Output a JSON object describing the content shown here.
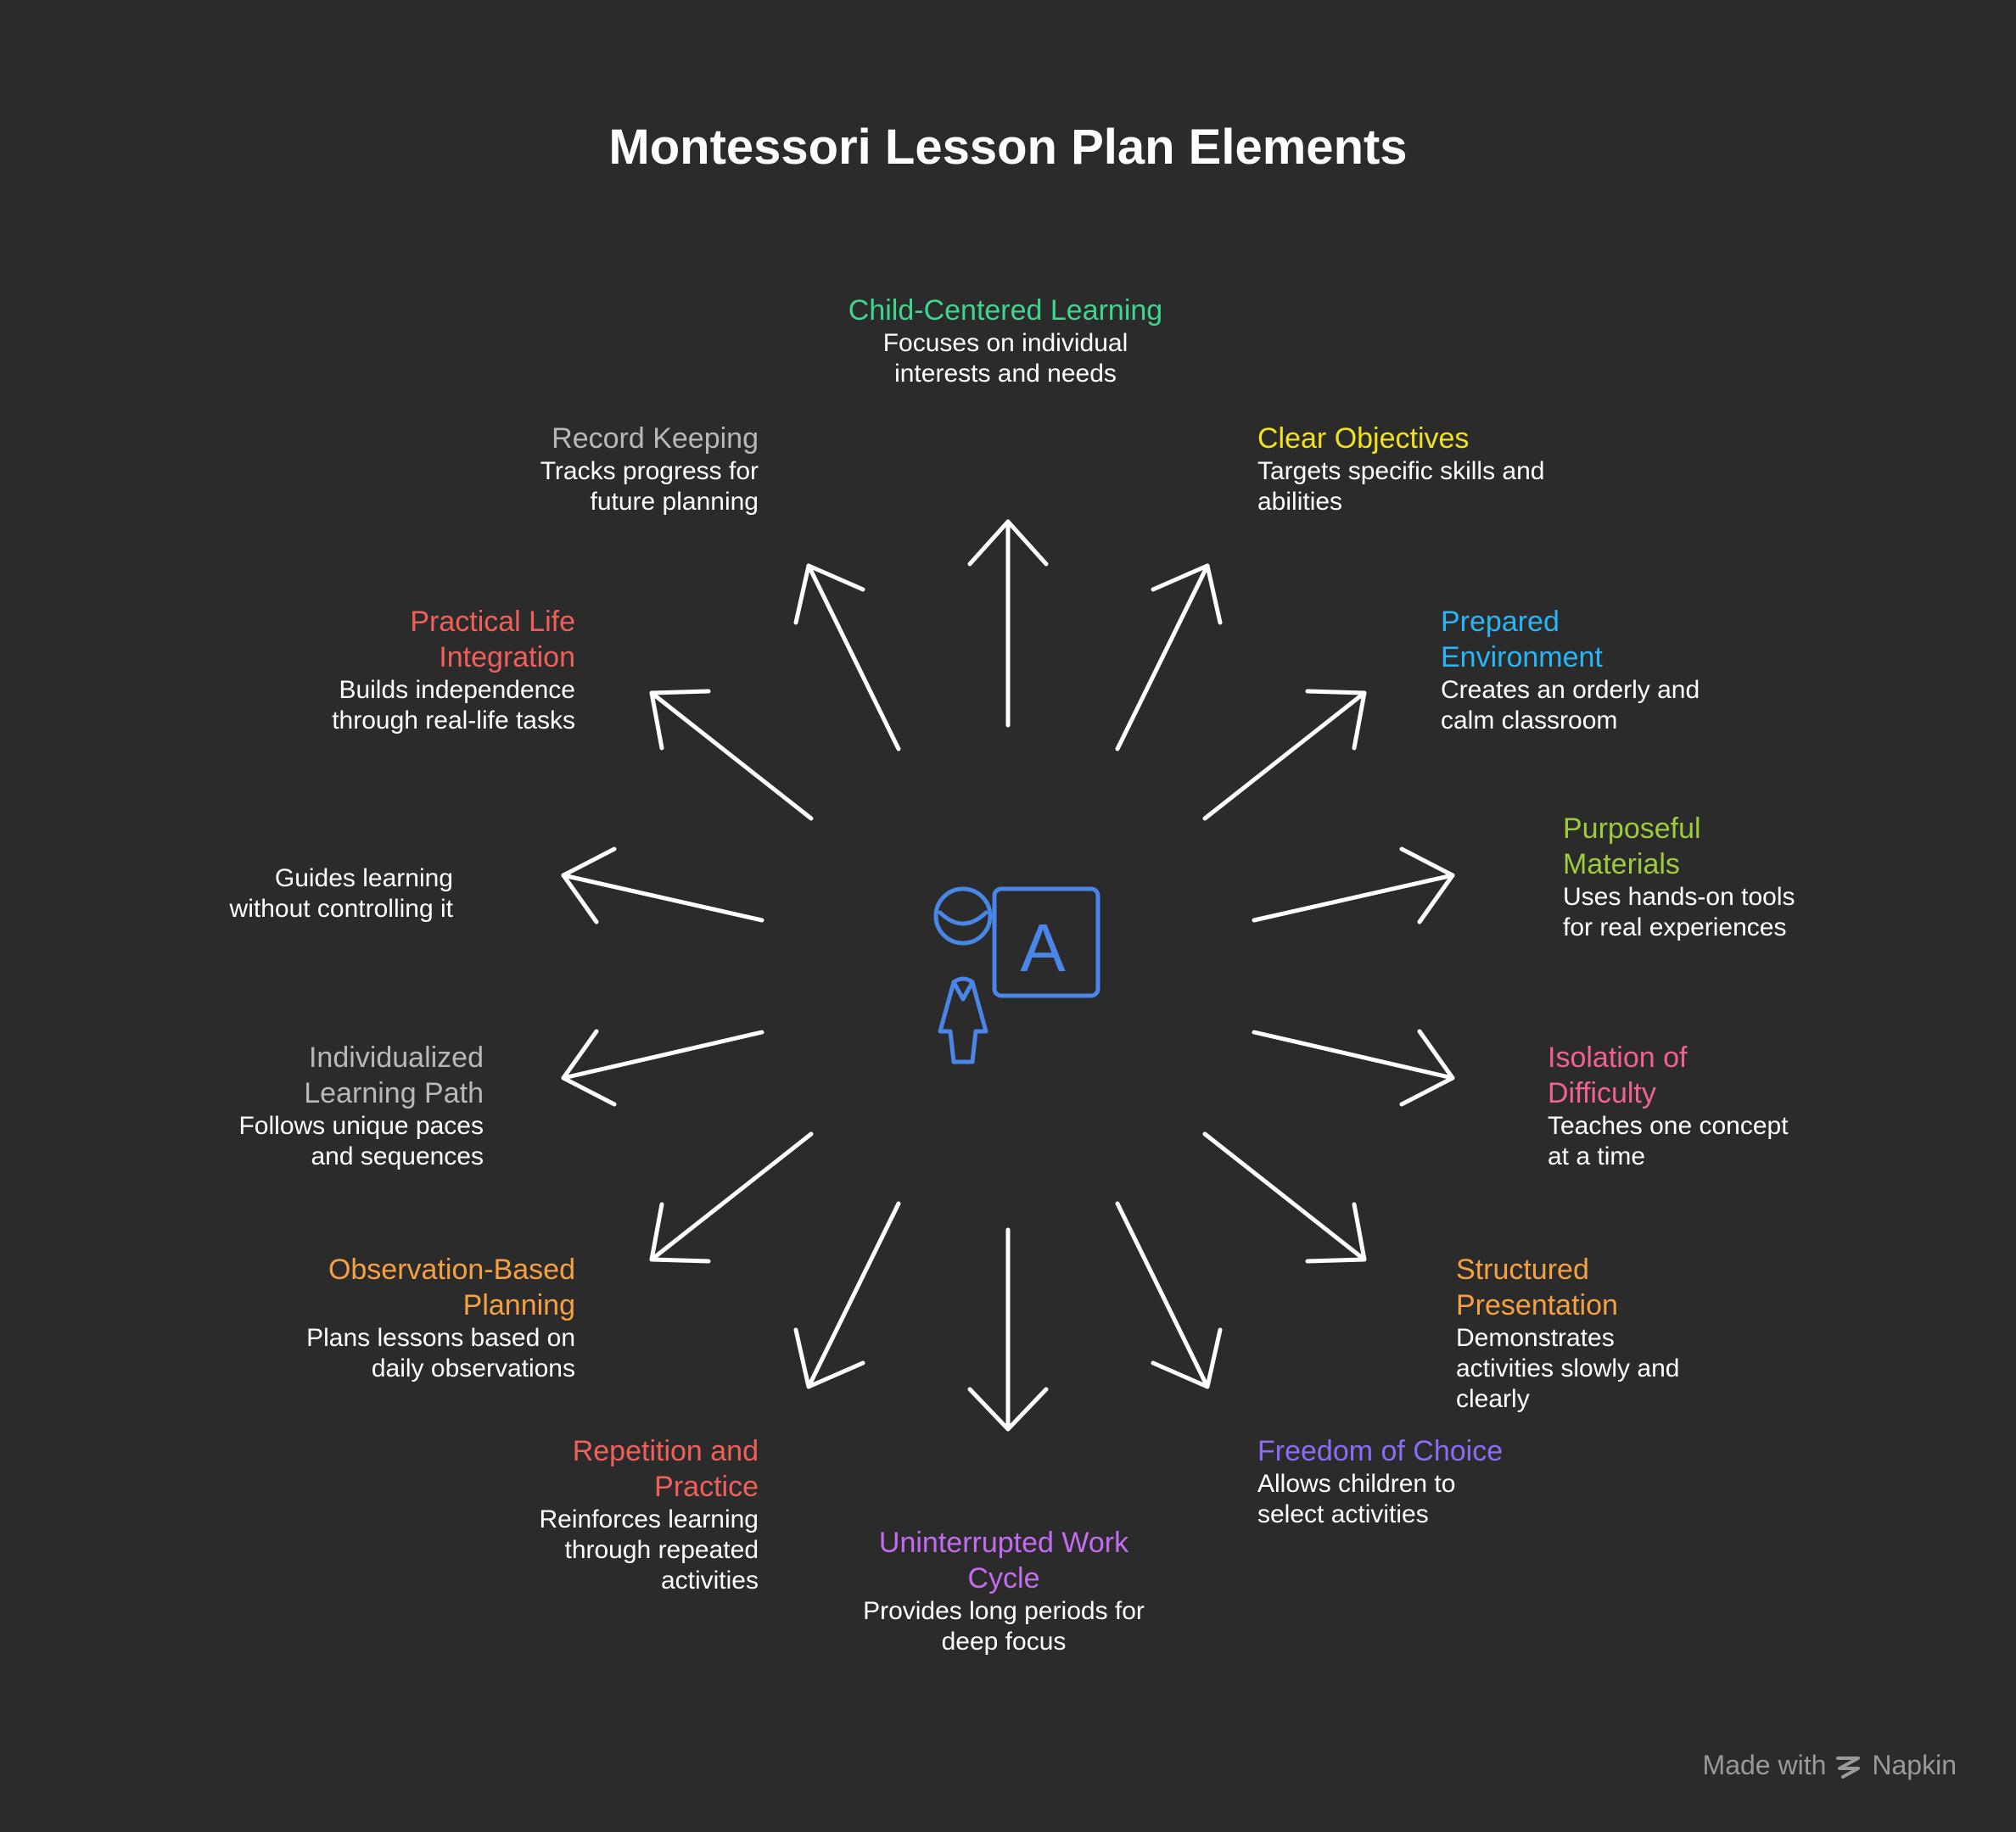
{
  "title": "Montessori Lesson Plan Elements",
  "elements": [
    {
      "id": "child-centered-learning",
      "title": "Child-Centered Learning",
      "desc": "Focuses on individual interests and needs",
      "color": "#3dd68c"
    },
    {
      "id": "clear-objectives",
      "title": "Clear Objectives",
      "desc": "Targets specific skills and abilities",
      "color": "#f2e21b"
    },
    {
      "id": "prepared-environment",
      "title": "Prepared Environment",
      "desc": "Creates an orderly and calm classroom",
      "color": "#29b6f6"
    },
    {
      "id": "purposeful-materials",
      "title": "Purposeful Materials",
      "desc": "Uses hands-on tools for real experiences",
      "color": "#9ccc3c"
    },
    {
      "id": "isolation-of-difficulty",
      "title": "Isolation of Difficulty",
      "desc": "Teaches one concept at a time",
      "color": "#f06292"
    },
    {
      "id": "structured-presentation",
      "title": "Structured Presentation",
      "desc": "Demonstrates activities slowly and clearly",
      "color": "#f5a142"
    },
    {
      "id": "freedom-of-choice",
      "title": "Freedom of Choice",
      "desc": "Allows children to select activities",
      "color": "#8c6cf5"
    },
    {
      "id": "uninterrupted-work-cycle",
      "title": "Uninterrupted Work Cycle",
      "desc": "Provides long periods for deep focus",
      "color": "#c46cf0"
    },
    {
      "id": "repetition-and-practice",
      "title": "Repetition and Practice",
      "desc": "Reinforces learning through repeated activities",
      "color": "#f0605a"
    },
    {
      "id": "observation-based-planning",
      "title": "Observation-Based Planning",
      "desc": "Plans lessons based on daily observations",
      "color": "#f5a142"
    },
    {
      "id": "individualized-learning-path",
      "title": "Individualized Learning Path",
      "desc": "Follows unique paces and sequences",
      "color": "#b8b8b8"
    },
    {
      "id": "guides-learning",
      "title": "",
      "desc": "Guides learning without controlling it",
      "color": "#ffffff"
    },
    {
      "id": "practical-life-integration",
      "title": "Practical Life Integration",
      "desc": "Builds independence through real-life tasks",
      "color": "#f0605a"
    },
    {
      "id": "record-keeping",
      "title": "Record Keeping",
      "desc": "Tracks progress for future planning",
      "color": "#b8b8b8"
    }
  ],
  "icons": {
    "center": "teacher-at-board-icon",
    "board_letter": "A",
    "watermark": "napkin-logo-icon"
  },
  "accent_color": "#4a86e8",
  "watermark": {
    "prefix": "Made with",
    "brand": "Napkin"
  }
}
